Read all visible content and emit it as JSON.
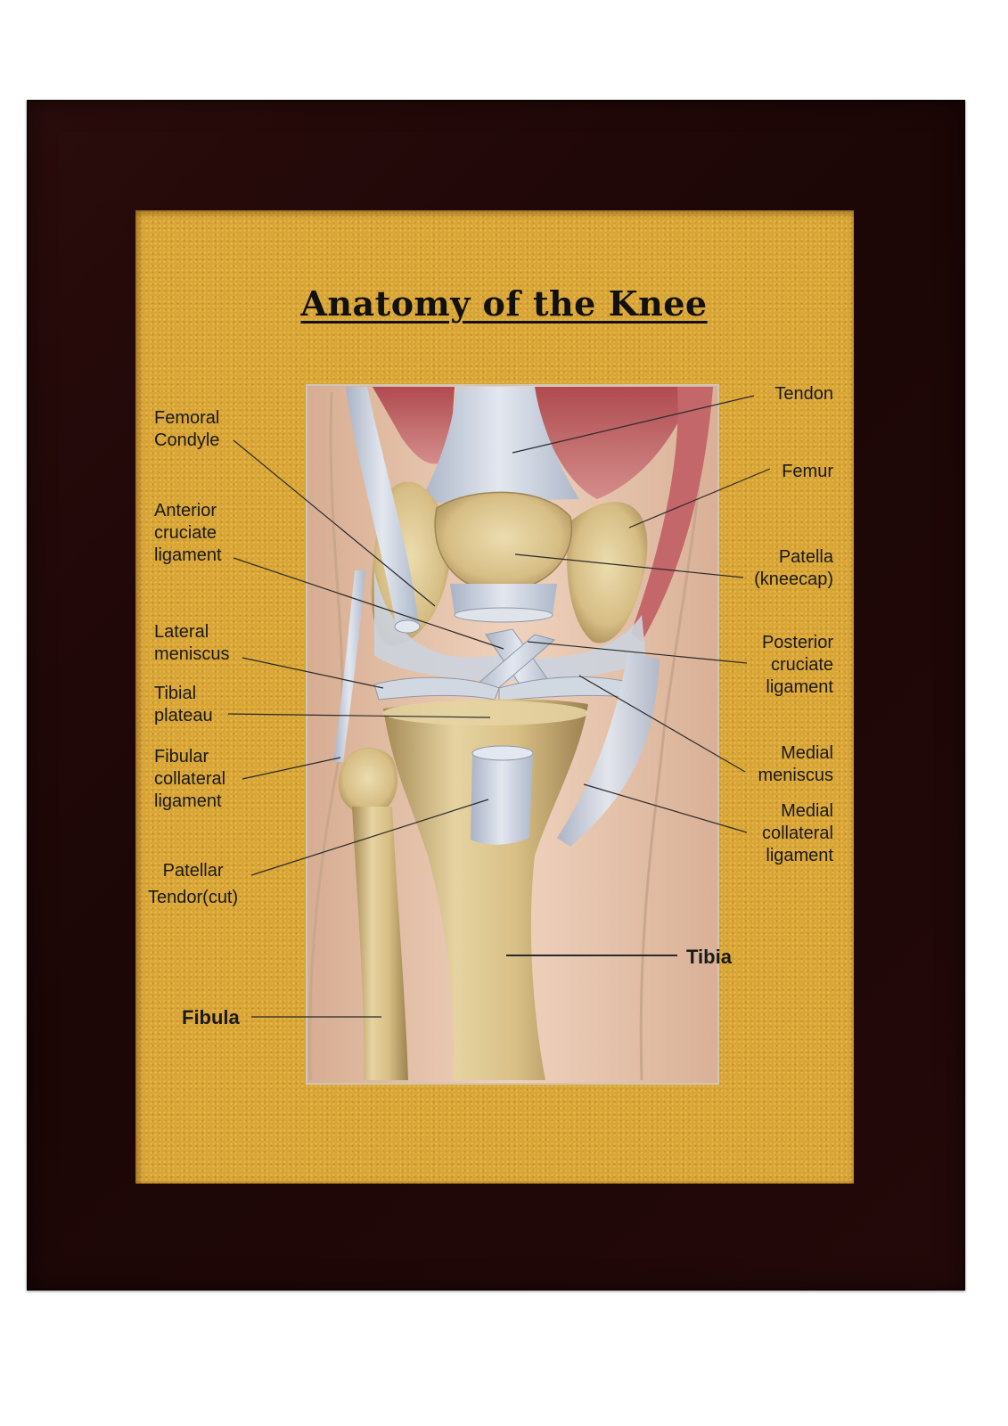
{
  "poster": {
    "title": "Anatomy of the Knee"
  },
  "labels": {
    "femoral_condyle": "Femoral\nCondyle",
    "anterior_cruciate_ligament": "Anterior\ncruciate\nligament",
    "lateral_meniscus": "Lateral\nmeniscus",
    "tibial_plateau": "Tibial\nplateau",
    "fibular_collateral_ligament": "Fibular\ncollateral\nligament",
    "patellar_tendon_cut": "Patellar\nTendor(cut)",
    "fibula": "Fibula",
    "tendon": "Tendon",
    "femur": "Femur",
    "patella": "Patella\n(kneecap)",
    "posterior_cruciate_ligament": "Posterior\ncruciate\nligament",
    "medial_meniscus": "Medial\nmeniscus",
    "medial_collateral_ligament": "Medial\ncollateral\nligament",
    "tibia": "Tibia"
  },
  "colors": {
    "frame": "#1f0808",
    "mat": "#d9a536",
    "bone": "#d9c08a",
    "ligament": "#c7cedb",
    "muscle": "#b5575a",
    "skin": "#e6c2a6"
  }
}
